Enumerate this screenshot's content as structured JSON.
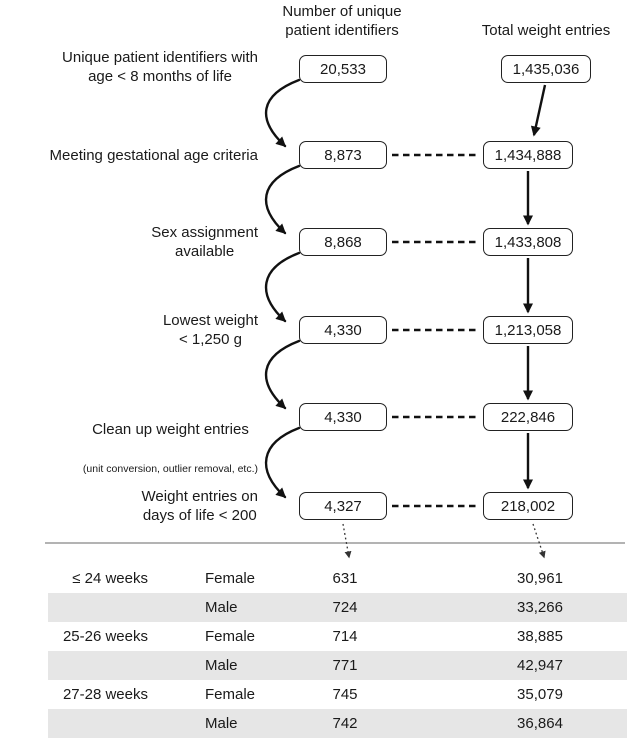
{
  "headers": {
    "patients_column": "Number of unique\npatient identifiers",
    "weights_column": "Total weight entries"
  },
  "flow_steps": [
    {
      "label": "Unique patient identifiers with\nage < 8 months of life",
      "patients": "20,533",
      "weights": "1,435,036"
    },
    {
      "label": "Meeting gestational age criteria",
      "patients": "8,873",
      "weights": "1,434,888"
    },
    {
      "label": "Sex assignment\navailable",
      "patients": "8,868",
      "weights": "1,433,808"
    },
    {
      "label": "Lowest weight\n< 1,250 g",
      "patients": "4,330",
      "weights": "1,213,058"
    },
    {
      "label": "Clean up weight entries",
      "sublabel": "(unit conversion, outlier removal, etc.)",
      "patients": "4,330",
      "weights": "222,846"
    },
    {
      "label": "Weight entries on\ndays of life < 200",
      "patients": "4,327",
      "weights": "218,002"
    }
  ],
  "summary_table": {
    "rows": [
      {
        "group": "≤ 24 weeks",
        "sex": "Female",
        "patients": "631",
        "weights": "30,961"
      },
      {
        "group": "",
        "sex": "Male",
        "patients": "724",
        "weights": "33,266"
      },
      {
        "group": "25-26 weeks",
        "sex": "Female",
        "patients": "714",
        "weights": "38,885"
      },
      {
        "group": "",
        "sex": "Male",
        "patients": "771",
        "weights": "42,947"
      },
      {
        "group": "27-28 weeks",
        "sex": "Female",
        "patients": "745",
        "weights": "35,079"
      },
      {
        "group": "",
        "sex": "Male",
        "patients": "742",
        "weights": "36,864"
      }
    ]
  },
  "colors": {
    "shaded_row": "#e6e6e6",
    "line": "#111111",
    "separator": "#9a9a9a"
  }
}
